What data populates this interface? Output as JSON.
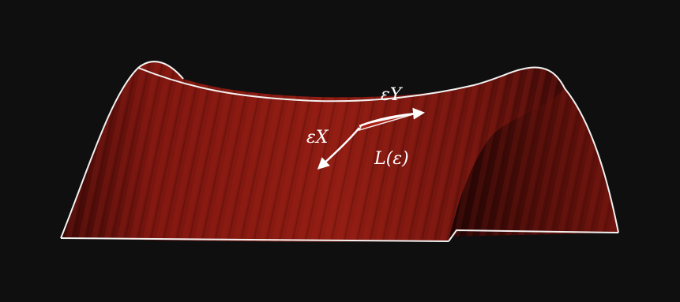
{
  "figure": {
    "background": "#0f0f10",
    "surface_color": "#8a1a12",
    "edge_color": "#f2f2f2",
    "labels": {
      "eps_x": "εX",
      "eps_y": "εY",
      "loop": "L(ε)"
    }
  }
}
